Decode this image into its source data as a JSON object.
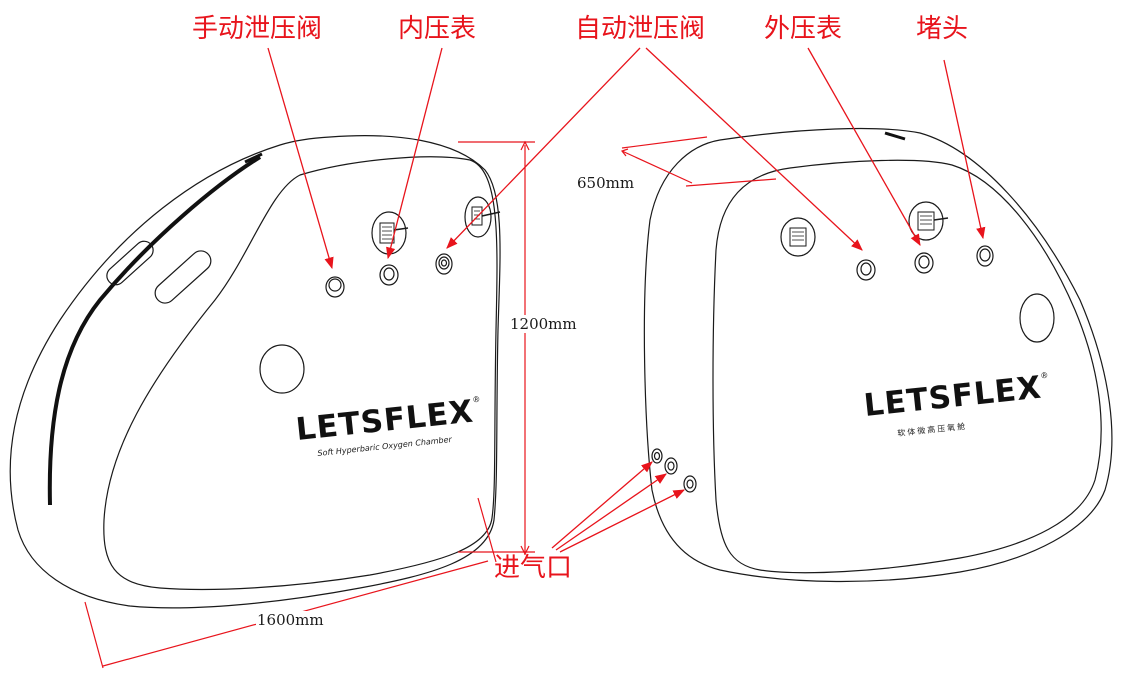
{
  "callouts": {
    "manual_relief_valve": "手动泄压阀",
    "inner_gauge": "内压表",
    "auto_relief_valve": "自动泄压阀",
    "outer_gauge": "外压表",
    "plug": "堵头",
    "air_inlet": "进气口"
  },
  "dimensions": {
    "depth": "650mm",
    "height": "1200mm",
    "length": "1600mm"
  },
  "left_chamber": {
    "brand": "LETSFLEX",
    "registered": "®",
    "tagline": "Soft Hyperbaric Oxygen Chamber"
  },
  "right_chamber": {
    "brand": "LETSFLEX",
    "registered": "®",
    "tagline": "软体微高压氧舱"
  },
  "colors": {
    "callout": "#e8141c",
    "line": "#1a1a1a",
    "background": "#ffffff"
  }
}
